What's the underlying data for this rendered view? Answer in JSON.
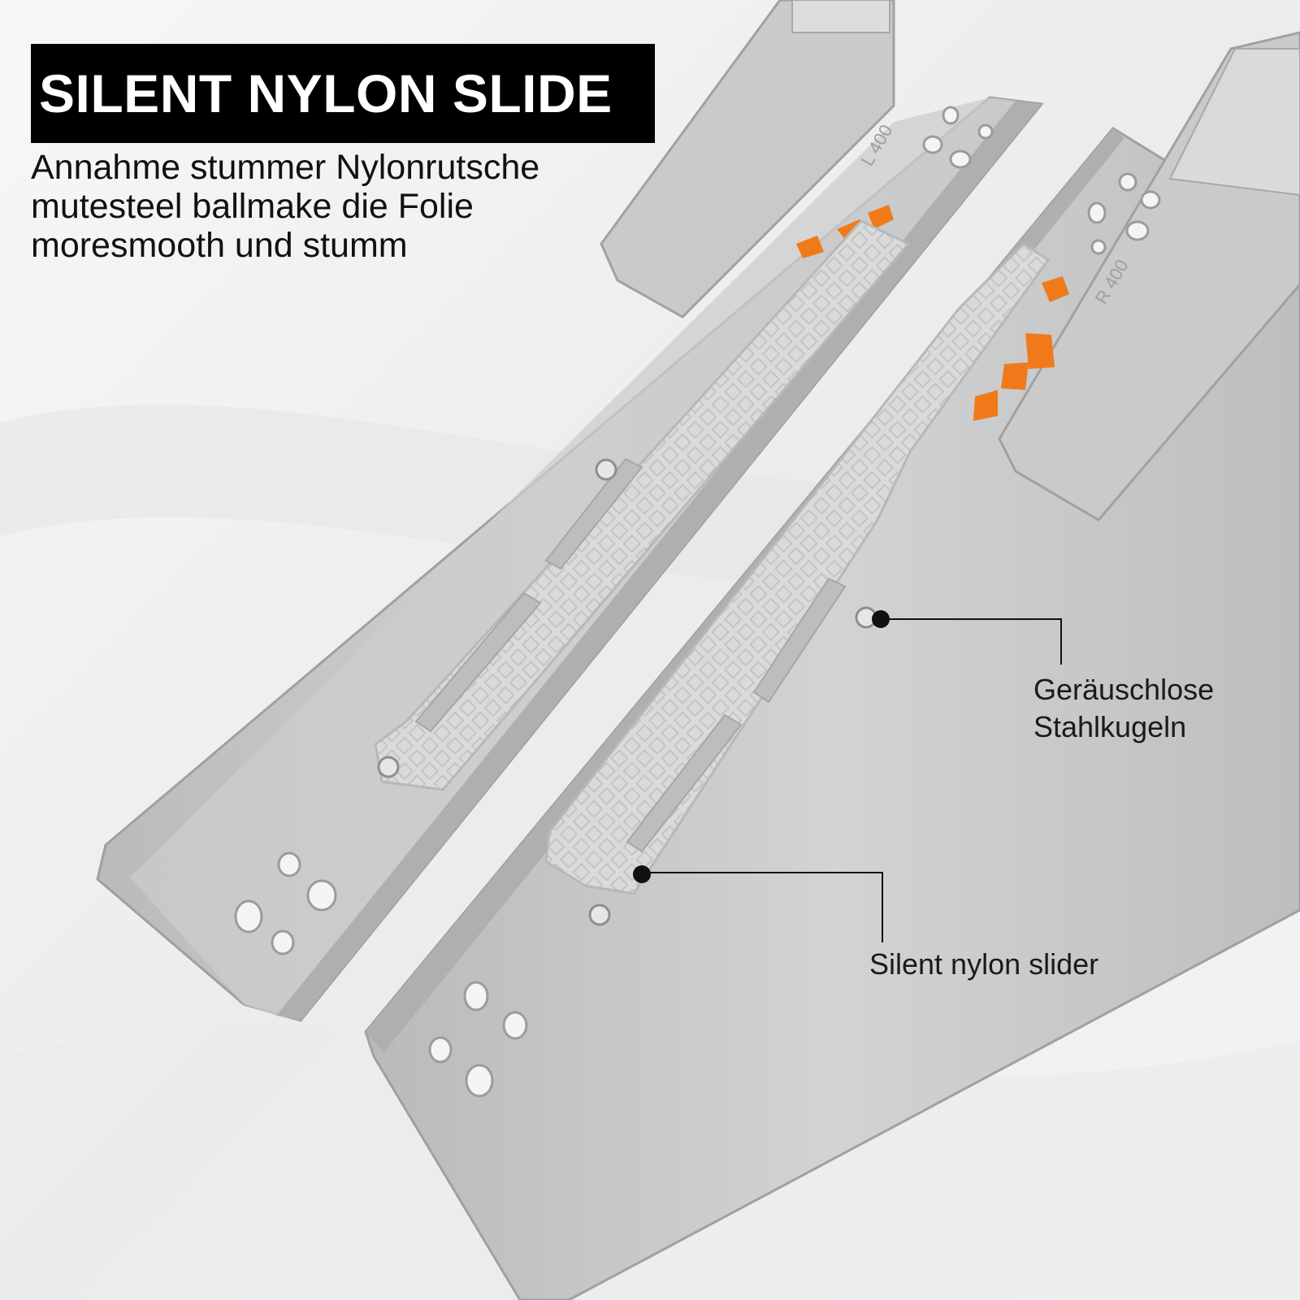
{
  "header": {
    "title": "SILENT NYLON SLIDE",
    "subtitle_lines": [
      "Annahme stummer Nylonrutsche",
      "mutesteel ballmake die Folie",
      "moresmooth und stumm"
    ]
  },
  "callouts": {
    "steel_balls": {
      "lines": [
        "Geräuschlose",
        "Stahlkugeln"
      ]
    },
    "nylon_slider": {
      "label": "Silent nylon slider"
    }
  },
  "rail_markings": {
    "left_rail": "L 400",
    "right_rail": "R 400"
  },
  "colors": {
    "background": "#f2f2f3",
    "title_box": "#000000",
    "title_text": "#ffffff",
    "steel": "#c7c8c9",
    "nylon_slider": "#d8d8d8",
    "orange_clip": "#f07a1a",
    "callout_line": "#111111"
  }
}
